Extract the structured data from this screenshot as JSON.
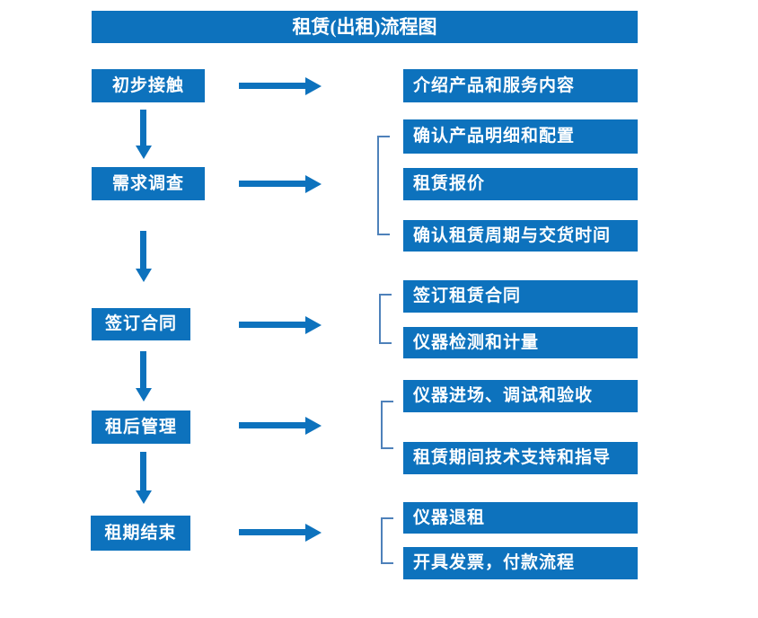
{
  "title": "租赁(出租)流程图",
  "colors": {
    "primary": "#0d72bd",
    "bracket": "#4e81ba",
    "box_text": "#ffffff"
  },
  "steps": [
    {
      "label": "初步接触",
      "outputs": [
        "介绍产品和服务内容"
      ]
    },
    {
      "label": "需求调查",
      "outputs": [
        "确认产品明细和配置",
        "租赁报价",
        "确认租赁周期与交货时间"
      ]
    },
    {
      "label": "签订合同",
      "outputs": [
        "签订租赁合同",
        "仪器检测和计量"
      ]
    },
    {
      "label": "租后管理",
      "outputs": [
        "仪器进场、调试和验收",
        "租赁期间技术支持和指导"
      ]
    },
    {
      "label": "租期结束",
      "outputs": [
        "仪器退租",
        "开具发票，付款流程"
      ]
    }
  ]
}
